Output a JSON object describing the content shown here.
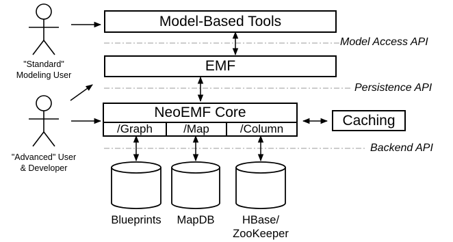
{
  "boxes": {
    "tools": "Model-Based Tools",
    "emf": "EMF",
    "core": "NeoEMF Core",
    "caching": "Caching",
    "backends": [
      "/Graph",
      "/Map",
      "/Column"
    ]
  },
  "apis": {
    "model_access": "Model Access API",
    "persistence": "Persistence API",
    "backend": "Backend API"
  },
  "actors": {
    "standard_line1": "\"Standard\"",
    "standard_line2": "Modeling User",
    "advanced_line1": "\"Advanced\" User",
    "advanced_line2": "& Developer"
  },
  "databases": {
    "blueprints": "Blueprints",
    "mapdb": "MapDB",
    "hbase_line1": "HBase/",
    "hbase_line2": "ZooKeeper"
  }
}
